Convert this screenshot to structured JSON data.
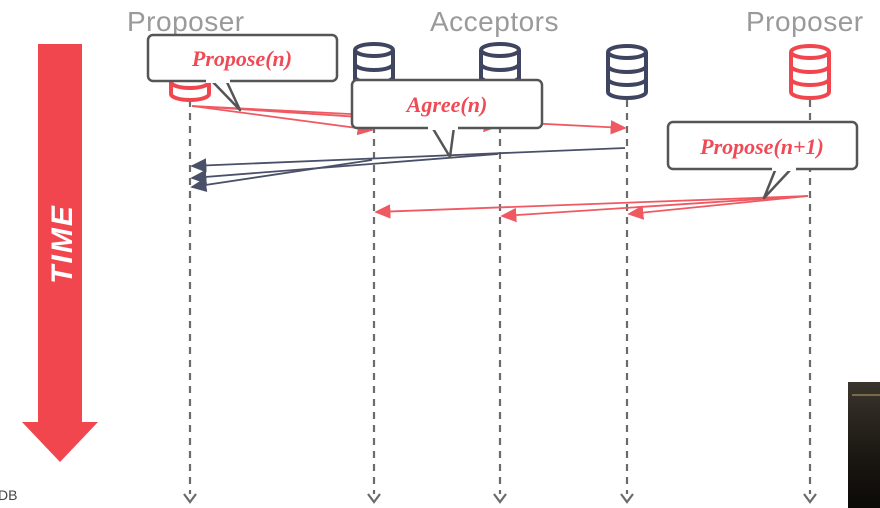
{
  "headers": {
    "left_proposer": "Proposer",
    "acceptors": "Acceptors",
    "right_proposer": "Proposer"
  },
  "time_arrow": {
    "label": "TIME",
    "color": "#f2464f"
  },
  "callouts": {
    "propose_n": "Propose(n)",
    "agree_n": "Agree(n)",
    "propose_n1": "Propose(n+1)"
  },
  "logo_fragment": "DB",
  "colors": {
    "proposer_active": "#f2464f",
    "acceptor": "#3f4560",
    "message_red": "#ef5a62",
    "message_dark": "#4a5068",
    "header_gray": "#9a9a9a",
    "lifeline": "#6b6b6b"
  }
}
